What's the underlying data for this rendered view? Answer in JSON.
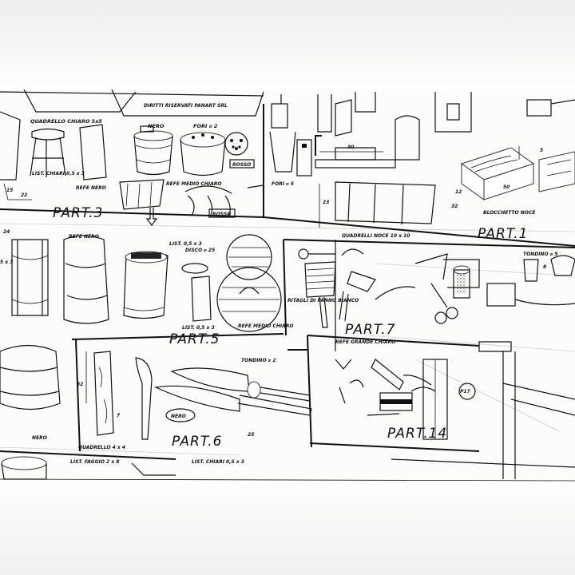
{
  "photo": {
    "background_top": "#f2f2f0",
    "paper": "#fbfbfa",
    "ink": "#111111",
    "background_bottom": "#f4f4f2"
  },
  "sheet": {
    "copyright": "DIRITTI RISERVATI PANART SRL",
    "parts": {
      "p1": "PART.1",
      "p3": "PART.3",
      "p5": "PART.5",
      "p6": "PART.6",
      "p7": "PART.7",
      "p14": "PART.14"
    },
    "labels": {
      "quadrello_chiaro": "QUADRELLO CHIARO 5x5",
      "nero_top": "NERO",
      "fori2": "FORI ⌀ 2",
      "rosso1": "ROSSO",
      "list_chiari_053": "LIST. CHIARI 0,5 x 3",
      "refe_nero_1": "REFE NERO",
      "refe_medio_chiaro": "REFE MEDIO CHIARO",
      "rosso2": "ROSSO",
      "fori5": "FORI ⌀ 5",
      "num30": "30",
      "num23": "23",
      "num22": "22",
      "num15": "15",
      "num12": "12",
      "num32": "32",
      "num5": "5",
      "num50": "50",
      "blocchetto": "BLOCCHETTO NOCE",
      "quadrelli_noce": "QUADRELLI NOCE 10 x 10",
      "num24": "24",
      "num5x3": "5 x 3",
      "refe_nero_2": "REFE NERO",
      "list053_b": "LIST. 0,5 x 3",
      "dischi25": "DISCO ⌀ 25",
      "list053_c": "LIST. 0,5 x 3",
      "refe_medio_chiaro_2": "REFE MEDIO CHIARO",
      "ritagli": "RITAGLI DI PANNO BIANCO",
      "refe_grande": "REFE GRANDE CHIARO",
      "tondino5": "TONDINO ⌀ 5",
      "num8": "8",
      "tondino2": "TONDINO ⌀ 2",
      "num32b": "32",
      "num7": "7",
      "nero_knife": "NERO",
      "num25": "25",
      "quadrello44": "QUADRELLO 4 x 4",
      "p17": "P17",
      "nero_bottom": "NERO",
      "list_faggio": "LIST. FAGGIO 2 x 8",
      "list_chiari_053b": "LIST. CHIARI 0,5 x 3"
    }
  }
}
